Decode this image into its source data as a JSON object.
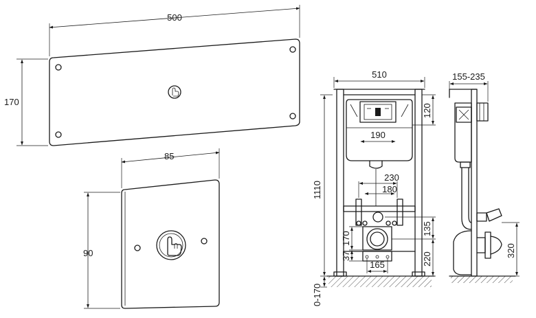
{
  "dimensions": {
    "panel_width": "500",
    "panel_height": "170",
    "button_width": "85",
    "button_height": "90",
    "frame_width": "510",
    "frame_depth": "155-235",
    "frame_height": "1110",
    "floor_adjust": "0-170",
    "cistern_top": "120",
    "cistern_width": "190",
    "bolt_spacing_outer": "230",
    "bolt_spacing_inner": "180",
    "inlet_height": "135",
    "drain_height": "170",
    "drain_offset": "37",
    "outlet_height": "220",
    "floor_bolt_spacing": "165",
    "side_outlet_height": "320"
  }
}
